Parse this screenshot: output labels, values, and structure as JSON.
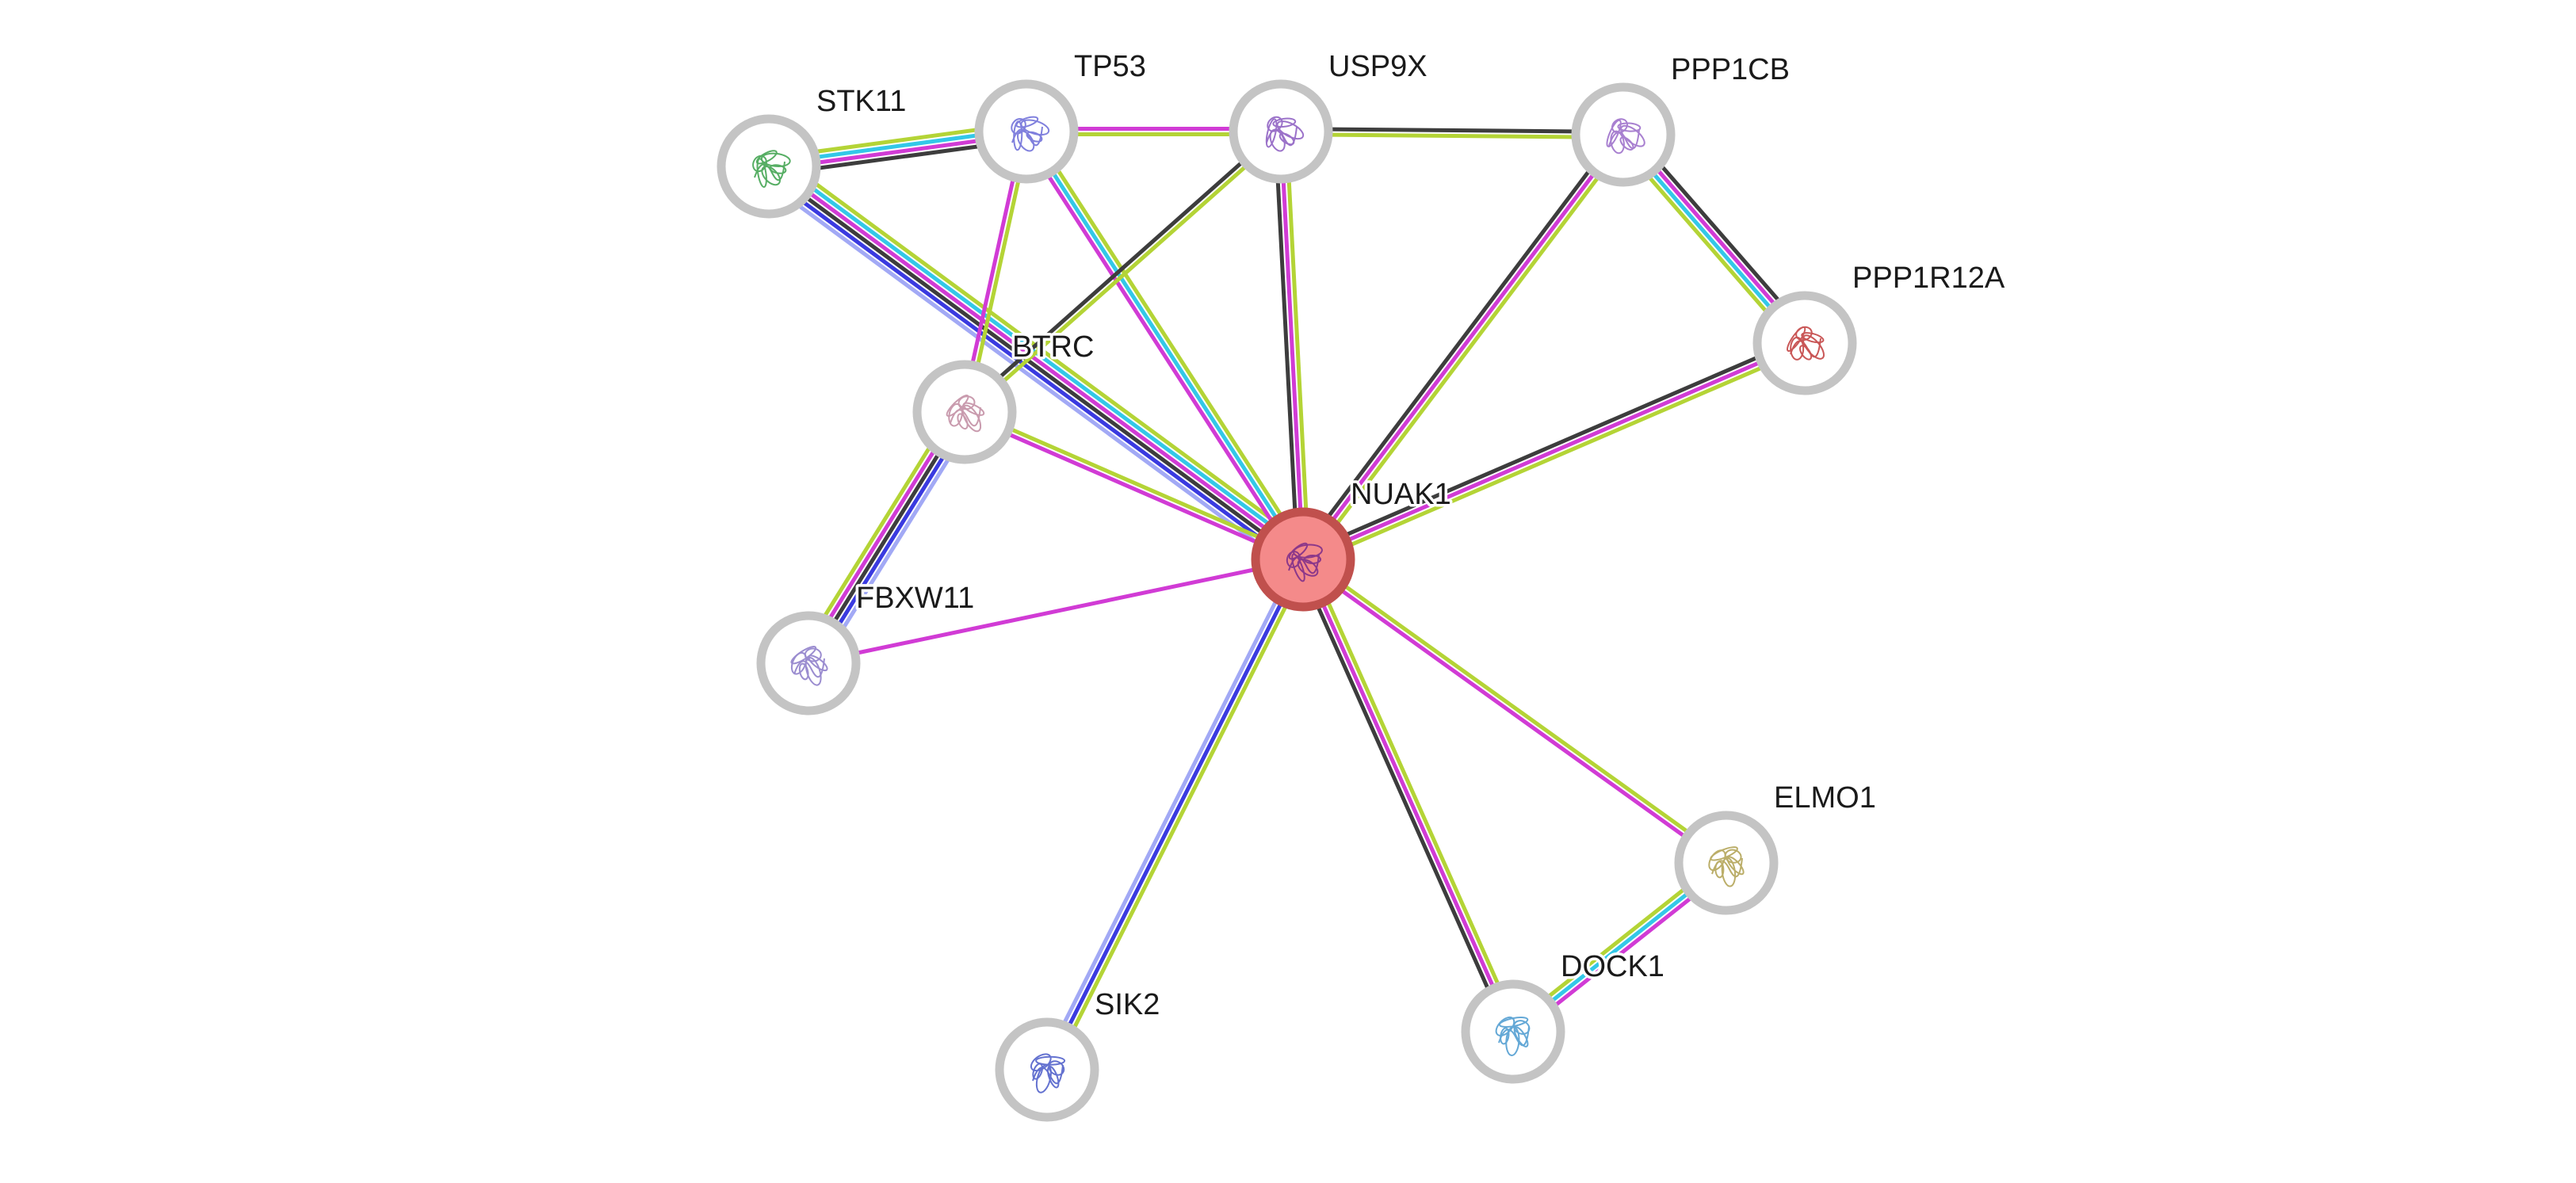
{
  "network": {
    "query_protein": "NUAK1",
    "nodes": [
      {
        "id": "NUAK1",
        "label": "NUAK1",
        "query": true
      },
      {
        "id": "STK11",
        "label": "STK11"
      },
      {
        "id": "TP53",
        "label": "TP53"
      },
      {
        "id": "USP9X",
        "label": "USP9X"
      },
      {
        "id": "PPP1CB",
        "label": "PPP1CB"
      },
      {
        "id": "PPP1R12A",
        "label": "PPP1R12A"
      },
      {
        "id": "BTRC",
        "label": "BTRC"
      },
      {
        "id": "FBXW11",
        "label": "FBXW11"
      },
      {
        "id": "ELMO1",
        "label": "ELMO1"
      },
      {
        "id": "DOCK1",
        "label": "DOCK1"
      },
      {
        "id": "SIK2",
        "label": "SIK2"
      }
    ],
    "evidence_colors": {
      "curated_database": "#33c8e8",
      "experimental": "#d13bd5",
      "textmining": "#b4d436",
      "coexpression": "#3d3d3d",
      "homology": "#a2a9f5",
      "cooccurrence": "#3a3ae0"
    },
    "edges": [
      {
        "from": "NUAK1",
        "to": "STK11",
        "evidence": [
          "homology",
          "cooccurrence",
          "coexpression",
          "experimental",
          "curated_database",
          "textmining"
        ]
      },
      {
        "from": "NUAK1",
        "to": "TP53",
        "evidence": [
          "experimental",
          "curated_database",
          "textmining"
        ]
      },
      {
        "from": "NUAK1",
        "to": "USP9X",
        "evidence": [
          "coexpression",
          "experimental",
          "textmining"
        ]
      },
      {
        "from": "NUAK1",
        "to": "PPP1CB",
        "evidence": [
          "coexpression",
          "experimental",
          "textmining"
        ]
      },
      {
        "from": "NUAK1",
        "to": "PPP1R12A",
        "evidence": [
          "coexpression",
          "experimental",
          "textmining"
        ]
      },
      {
        "from": "NUAK1",
        "to": "BTRC",
        "evidence": [
          "experimental",
          "textmining"
        ]
      },
      {
        "from": "NUAK1",
        "to": "FBXW11",
        "evidence": [
          "experimental"
        ]
      },
      {
        "from": "NUAK1",
        "to": "ELMO1",
        "evidence": [
          "textmining",
          "experimental"
        ]
      },
      {
        "from": "NUAK1",
        "to": "DOCK1",
        "evidence": [
          "textmining",
          "experimental",
          "coexpression"
        ]
      },
      {
        "from": "NUAK1",
        "to": "SIK2",
        "evidence": [
          "textmining",
          "cooccurrence",
          "homology"
        ]
      },
      {
        "from": "STK11",
        "to": "TP53",
        "evidence": [
          "textmining",
          "curated_database",
          "experimental",
          "coexpression"
        ]
      },
      {
        "from": "TP53",
        "to": "USP9X",
        "evidence": [
          "experimental",
          "textmining"
        ]
      },
      {
        "from": "TP53",
        "to": "BTRC",
        "evidence": [
          "textmining",
          "experimental"
        ]
      },
      {
        "from": "USP9X",
        "to": "PPP1CB",
        "evidence": [
          "coexpression",
          "textmining"
        ]
      },
      {
        "from": "USP9X",
        "to": "BTRC",
        "evidence": [
          "textmining",
          "coexpression"
        ]
      },
      {
        "from": "PPP1CB",
        "to": "PPP1R12A",
        "evidence": [
          "coexpression",
          "experimental",
          "curated_database",
          "textmining"
        ]
      },
      {
        "from": "BTRC",
        "to": "FBXW11",
        "evidence": [
          "homology",
          "cooccurrence",
          "coexpression",
          "experimental",
          "textmining"
        ]
      },
      {
        "from": "ELMO1",
        "to": "DOCK1",
        "evidence": [
          "experimental",
          "curated_database",
          "textmining"
        ]
      }
    ]
  }
}
